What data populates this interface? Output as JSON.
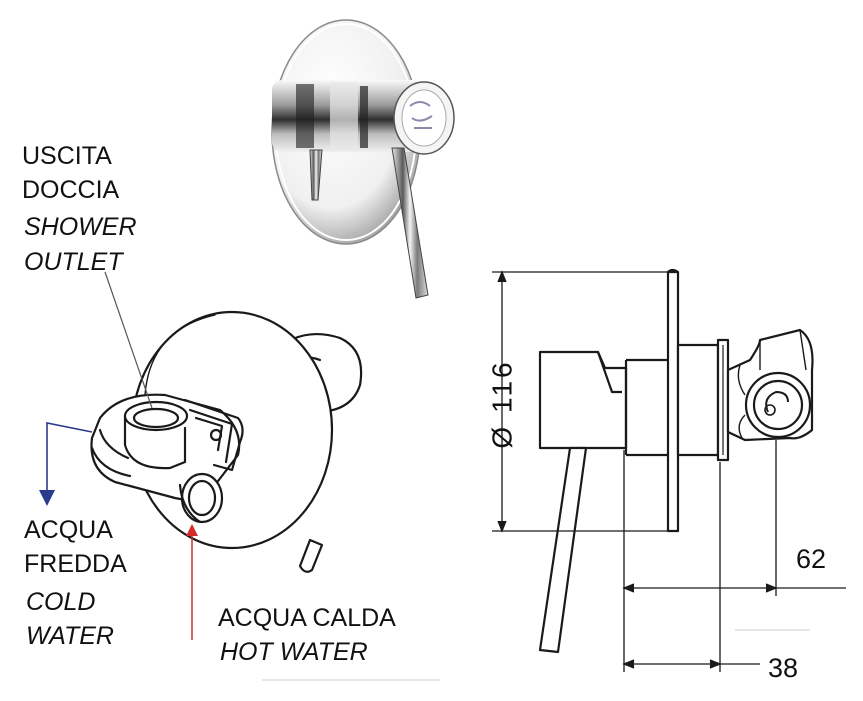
{
  "labels": {
    "shower_outlet_it_1": "USCITA",
    "shower_outlet_it_2": "DOCCIA",
    "shower_outlet_en_1": "SHOWER",
    "shower_outlet_en_2": "OUTLET",
    "cold_water_it_1": "ACQUA",
    "cold_water_it_2": "FREDDA",
    "cold_water_en_1": "COLD",
    "cold_water_en_2": "WATER",
    "hot_water_it": "ACQUA CALDA",
    "hot_water_en": "HOT WATER"
  },
  "dimensions": {
    "diameter": "Ø 116",
    "depth_total": "62",
    "depth_body": "38"
  },
  "colors": {
    "line": "#1a1a1a",
    "cold_arrow": "#2a3a8c",
    "hot_arrow": "#d42a2a",
    "leader": "#555555",
    "chrome_dark": "#4a4a4a",
    "chrome_light": "#f2f2f2"
  },
  "icons": {
    "product_photo": "chrome-mixer-photo",
    "exploded_view": "valve-body-drawing",
    "side_view": "side-elevation-drawing"
  }
}
